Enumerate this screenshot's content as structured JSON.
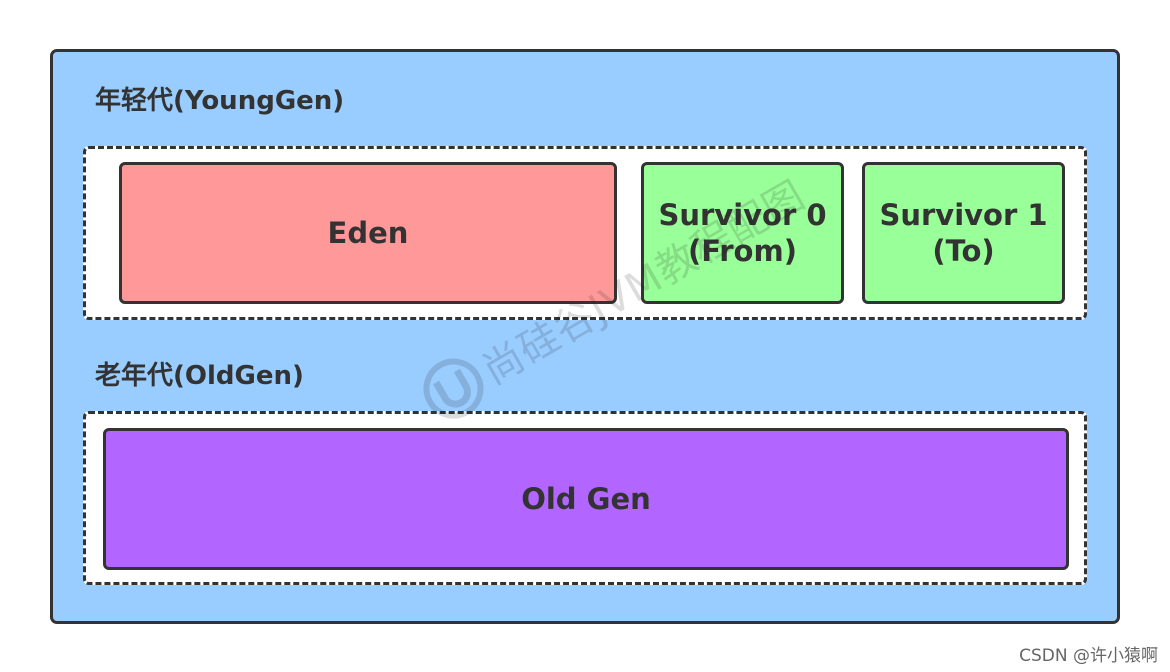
{
  "colors": {
    "heap_background": "#99ccff",
    "border": "#333333",
    "eden": "#ff9999",
    "survivor": "#99ff99",
    "old_gen": "#b266ff",
    "dashed_fill": "#ffffff"
  },
  "young_gen": {
    "title": "年轻代(YoungGen)",
    "eden": {
      "label": "Eden"
    },
    "survivor0": {
      "line1": "Survivor 0",
      "line2": "(From)"
    },
    "survivor1": {
      "line1": "Survivor 1",
      "line2": "(To)"
    }
  },
  "old_gen": {
    "title": "老年代(OldGen)",
    "box": {
      "label": "Old Gen"
    }
  },
  "watermark": {
    "text": "尚硅谷JVM教程配图"
  },
  "credit": "CSDN @许小猿啊"
}
